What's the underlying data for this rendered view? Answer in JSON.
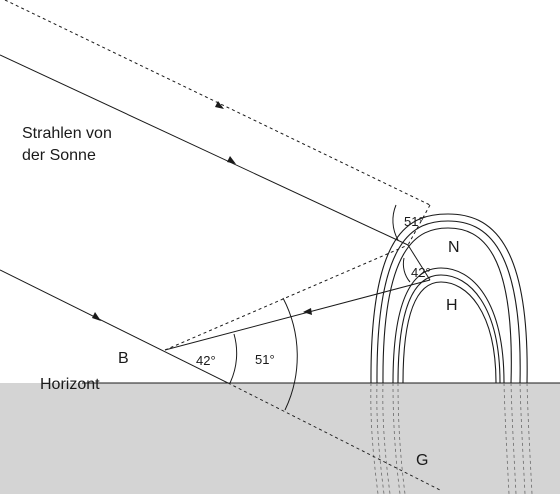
{
  "labels": {
    "rays": [
      "Strahlen von",
      "der Sonne"
    ],
    "observer": "B",
    "horizon": "Horizont",
    "primary_bow": "H",
    "secondary_bow": "N",
    "ground_point": "G",
    "angle_primary_at_bow": "42°",
    "angle_secondary_at_bow": "51°",
    "angle_primary_at_observer": "42°",
    "angle_secondary_at_observer": "51°"
  },
  "colors": {
    "ink": "#1a1a1a",
    "ground": "#d4d4d4",
    "background": "#ffffff"
  }
}
